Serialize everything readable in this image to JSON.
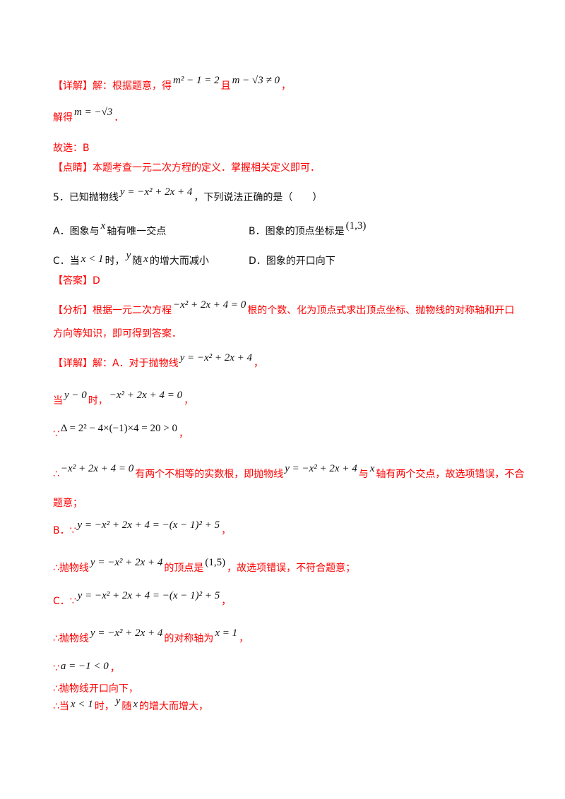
{
  "lines": {
    "l1": {
      "label": "【详解】解：根据题意，得",
      "m1": "m² − 1 = 2",
      "t2": "且",
      "m2": "m − √3 ≠ 0",
      "t3": "，"
    },
    "l2": {
      "t1": "解得",
      "m1": "m = −√3",
      "t2": "．"
    },
    "l3": {
      "t1": "故选：B"
    },
    "l4": {
      "t1": "【点睛】本题考查一元二次方程的定义．掌握相关定义即可．"
    },
    "q5": {
      "t1": "5．已知抛物线",
      "m1": "y = −x² + 2x + 4",
      "t2": "，下列说法正确的是（　　）"
    },
    "optA": {
      "t1": "A．图象与",
      "m1": "x",
      "t2": "轴有唯一交点"
    },
    "optB": {
      "t1": "B．图象的顶点坐标是",
      "m1": "(1,3)"
    },
    "optC": {
      "t1": "C．当",
      "m1": "x < 1",
      "t2": "时，",
      "m2": "y",
      "t3": "随",
      "m3": "x",
      "t4": "的增大而减小"
    },
    "optD": {
      "t1": "D．图象的开口向下"
    },
    "ans": {
      "t1": "【答案】D"
    },
    "ana1": {
      "t1": "【分析】根据一元二次方程",
      "m1": "−x² + 2x + 4 = 0",
      "t2": "根的个数、化为顶点式求出顶点坐标、抛物线的对称轴和开口"
    },
    "ana2": {
      "t1": "方向等知识，即可得到答案．"
    },
    "d1": {
      "t1": "【详解】解：A．对于抛物线",
      "m1": "y = −x² + 2x + 4",
      "t2": "，"
    },
    "d2": {
      "t1": "当",
      "m1": "y − 0",
      "t2": "时，",
      "m2": "−x² + 2x + 4 = 0",
      "t3": "，"
    },
    "d3": {
      "t1": "∵",
      "m1": "Δ = 2² − 4×(−1)×4 = 20 > 0",
      "t2": "，"
    },
    "d4": {
      "t1": "∴",
      "m1": "−x² + 2x + 4 = 0",
      "t2": "有两个不相等的实数根，即抛物线",
      "m2": "y = −x² + 2x + 4",
      "t3": "与",
      "m3": "x",
      "t4": "轴有两个交点，故选项错误，不合"
    },
    "d5": {
      "t1": "题意；"
    },
    "d6": {
      "t1": "B．∵",
      "m1": "y = −x² + 2x + 4 = −(x − 1)² + 5",
      "t2": "，"
    },
    "d7": {
      "t1": "∴抛物线",
      "m1": "y = −x² + 2x + 4",
      "t2": "的顶点是",
      "m2": "(1,5)",
      "t3": "，故选项错误，不符合题意；"
    },
    "d8": {
      "t1": "C．∵",
      "m1": "y = −x² + 2x + 4 = −(x − 1)² + 5",
      "t2": "，"
    },
    "d9": {
      "t1": "∴抛物线",
      "m1": "y = −x² + 2x + 4",
      "t2": "的对称轴为",
      "m2": "x = 1",
      "t3": "，"
    },
    "d10": {
      "t1": "∵",
      "m1": "a = −1 < 0",
      "t2": "，"
    },
    "d11": {
      "t1": "∴抛物线开口向下，"
    },
    "d12": {
      "t1": "∴当",
      "m1": "x < 1",
      "t2": "时，",
      "m2": "y",
      "t3": "随",
      "m3": "x",
      "t4": "的增大而增大，"
    }
  },
  "colors": {
    "accent": "#ff0000",
    "text": "#111111"
  }
}
